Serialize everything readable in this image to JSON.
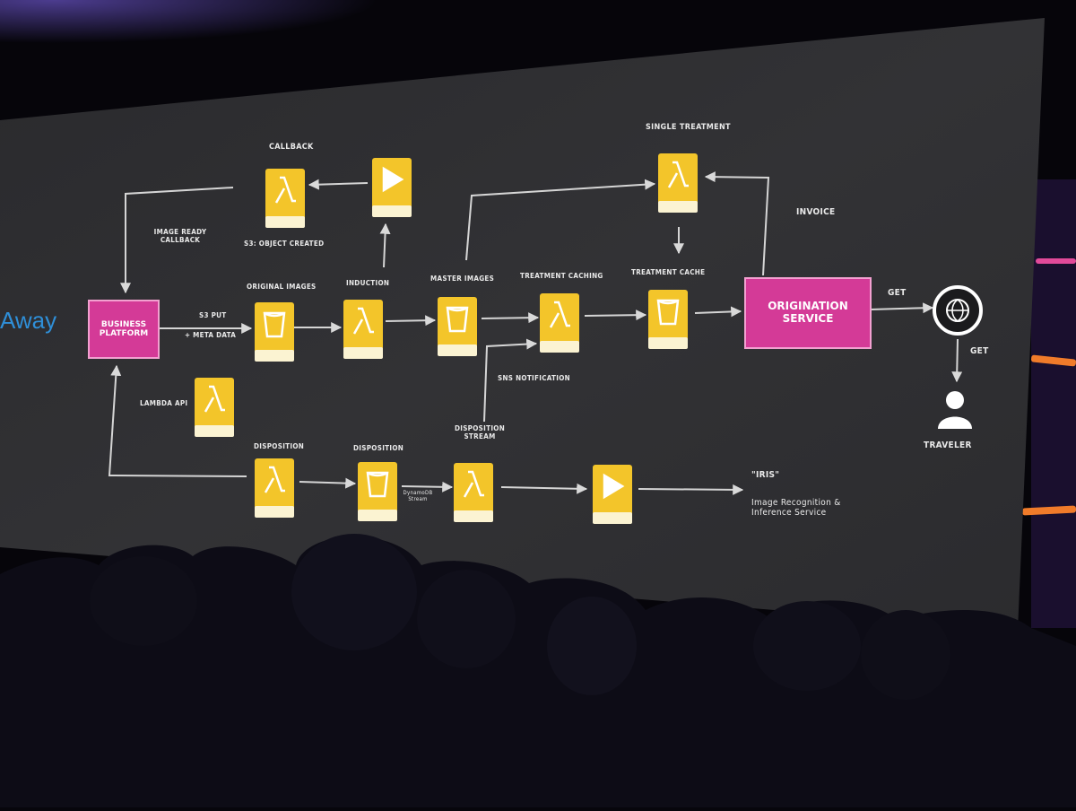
{
  "slide": {
    "brand_text": "Away",
    "labels": {
      "callback": "CALLBACK",
      "single_treatment": "SINGLE TREATMENT",
      "invoice": "INVOICE",
      "image_ready_callback": "IMAGE READY CALLBACK",
      "s3_object_created": "S3: OBJECT CREATED",
      "original_images": "ORIGINAL IMAGES",
      "induction": "INDUCTION",
      "master_images": "MASTER IMAGES",
      "treatment_caching": "TREATMENT CACHING",
      "treatment_cache": "TREATMENT CACHE",
      "get_1": "GET",
      "get_2": "GET",
      "s3_put": "S3 PUT",
      "meta_data": "+ META DATA",
      "sns_notification": "SNS NOTIFICATION",
      "lambda_api": "LAMBDA API",
      "disposition_1": "DISPOSITION",
      "disposition_2": "DISPOSITION",
      "disposition_stream": "DISPOSITION STREAM",
      "dynamodb_stream": "DynamoDB Stream",
      "iris": "\"IRIS\"",
      "iris_desc": "Image Recognition & Inference Service",
      "traveler": "TRAVELER"
    },
    "boxes": {
      "business_platform": "BUSINESS PLATFORM",
      "origination_service": "ORIGINATION SERVICE"
    },
    "colors": {
      "service_box": "#d43a97",
      "aws_icon": "#f3c52a",
      "screen": "#2e2e31",
      "brand": "#2f8fd8"
    },
    "icons": [
      "lambda-icon",
      "s3-bucket-icon",
      "kinesis-icon",
      "cloudfront-icon",
      "user-icon"
    ]
  }
}
